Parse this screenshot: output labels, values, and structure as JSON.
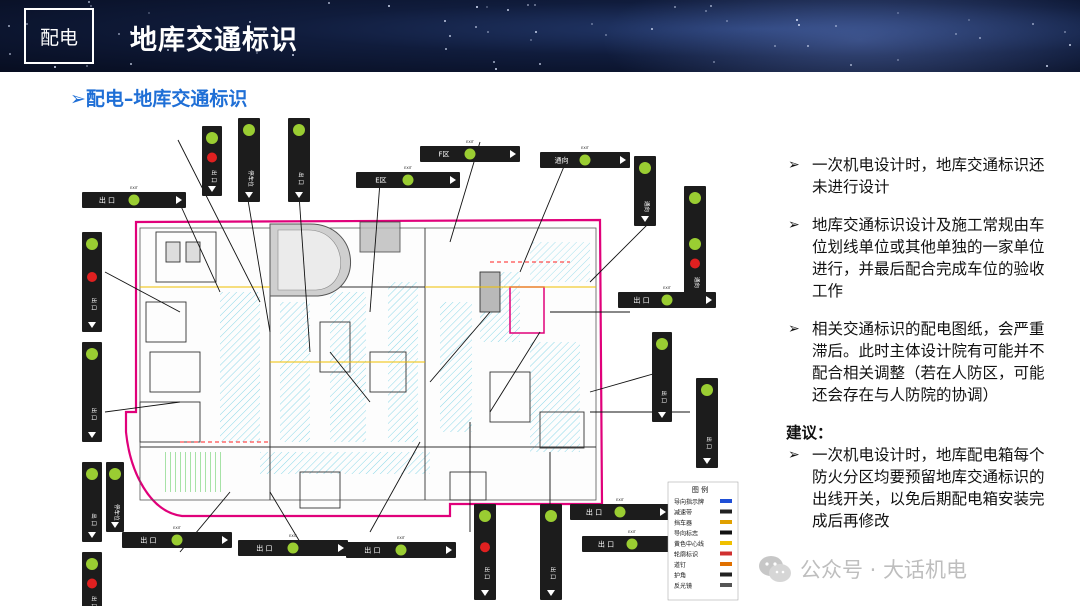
{
  "header": {
    "tag": "配电",
    "title": "地库交通标识"
  },
  "section_title": "➢配电–地库交通标识",
  "notes": [
    "一次机电设计时，地库交通标识还未进行设计",
    "地库交通标识设计及施工常规由车位划线单位或其他单独的一家单位进行，并最后配合完成车位的验收工作",
    "相关交通标识的配电图纸，会严重滞后。此时主体设计院有可能并不配合相关调整（若在人防区，可能还会存在与人防院的协调）"
  ],
  "advice": {
    "label": "建议：",
    "text": "一次机电设计时，地库配电箱每个防火分区均要预留地库交通标识的出线开关，以免后期配电箱安装完成后再修改"
  },
  "legend": {
    "title": "图 例",
    "items": [
      "导向指示牌",
      "减速带",
      "挡车器",
      "导向标志",
      "黄色中心线",
      "轮廓标识",
      "道钉",
      "护角",
      "反光镜"
    ]
  },
  "signs": {
    "exit": "出 口",
    "exit_en": "EXIT",
    "parking": "停车位",
    "area_f": "F区",
    "area_e": "E区",
    "to": "通向"
  },
  "watermark": "公众号 · 大话机电",
  "colors": {
    "accent": "#1f6fd6",
    "sign_green": "#9acd32",
    "sign_dark": "#1c1c1c",
    "wall": "#e0007a"
  }
}
